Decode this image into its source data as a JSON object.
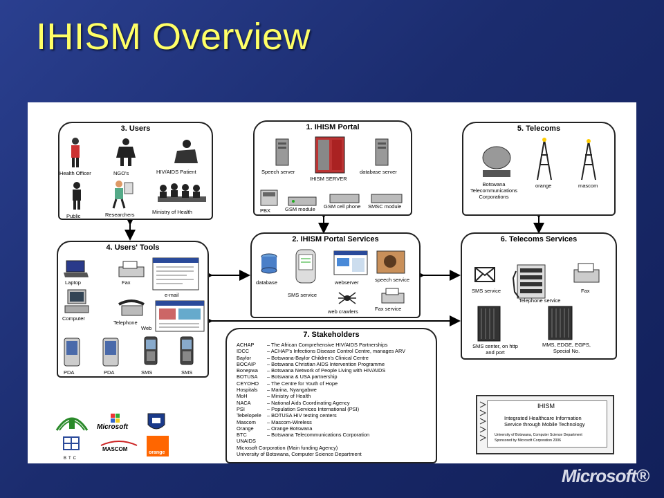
{
  "slide": {
    "title": "IHISM Overview",
    "footer_logo": "Microsoft®"
  },
  "diagram": {
    "users": {
      "title": "3. Users",
      "items": [
        "Health Officer",
        "NGO's",
        "HIV/AIDS Patient",
        "Public",
        "Researchers",
        "Ministry of Health"
      ]
    },
    "portal": {
      "title": "1. IHISM Portal",
      "items": [
        "Speech server",
        "IHISM SERVER",
        "database server",
        "PBX",
        "GSM module",
        "GSM cell phone",
        "SMSC module"
      ]
    },
    "telecoms": {
      "title": "5. Telecoms",
      "items": [
        "Botswana Telecommunications Corporations",
        "orange",
        "mascom"
      ]
    },
    "users_tools": {
      "title": "4. Users' Tools",
      "items": [
        "Laptop",
        "Fax",
        "e-mail",
        "Computer",
        "Telephone",
        "Web",
        "PDA",
        "PDA",
        "SMS",
        "SMS"
      ]
    },
    "portal_services": {
      "title": "2. IHISM Portal Services",
      "items": [
        "database",
        "SMS service",
        "webserver",
        "speech service",
        "web crawlers",
        "Fax service"
      ]
    },
    "telecoms_services": {
      "title": "6. Telecoms Services",
      "items": [
        "SMS service",
        "Telephone service",
        "Fax",
        "SMS center, on http and port",
        "MMS, EDGE, EGPS, Special No."
      ]
    },
    "stakeholders": {
      "title": "7. Stakeholders",
      "rows": [
        {
          "abbr": "ACHAP",
          "desc": "– The African Comprehensive HIV/AIDS Partnerships"
        },
        {
          "abbr": "IDCC",
          "desc": "– ACHAP's Infections Disease Control Centre, manages ARV"
        },
        {
          "abbr": "Baylor",
          "desc": "– Botswana-Baylor Children's Clinical Centre"
        },
        {
          "abbr": "BOCAIP",
          "desc": "– Botswana Christian AIDS Intervention Programme"
        },
        {
          "abbr": "Bonepwa",
          "desc": "– Botswana Network of People Living with HIV/AIDS"
        },
        {
          "abbr": "BOTUSA",
          "desc": "– Botswana & USA partnership"
        },
        {
          "abbr": "CEYOHO",
          "desc": "– The Centre for Youth of Hope"
        },
        {
          "abbr": "Hospitals",
          "desc": "– Marina, Nyangabwe"
        },
        {
          "abbr": "MoH",
          "desc": "– Ministry of Health"
        },
        {
          "abbr": "NACA",
          "desc": "– National Aids Coordinating Agency"
        },
        {
          "abbr": "PSI",
          "desc": "– Population Services International (PSI)"
        },
        {
          "abbr": "Tebelopele",
          "desc": "– BOTUSA HIV testing centers"
        },
        {
          "abbr": "Mascom",
          "desc": "– Mascom-Wireless"
        },
        {
          "abbr": "Orange",
          "desc": "– Orange Botswana"
        },
        {
          "abbr": "BTC",
          "desc": "– Botswana Telecommunications Corporation"
        },
        {
          "abbr": "UNAIDS",
          "desc": ""
        }
      ],
      "footer_rows": [
        "Microsoft Corporation (Main funding Agency)",
        "University of Botswana, Computer Science Department"
      ]
    },
    "logos": [
      "Microsoft",
      "MASCOM",
      "BTC",
      "orange"
    ],
    "ihism_card": {
      "name": "IHISM",
      "line1": "Integrated Healthcare Information",
      "line2": "Service through Mobile Technology",
      "line3": "University of Botswana, Computer Science Department",
      "line4": "Sponsored by Microsoft Corporation 2006"
    }
  }
}
